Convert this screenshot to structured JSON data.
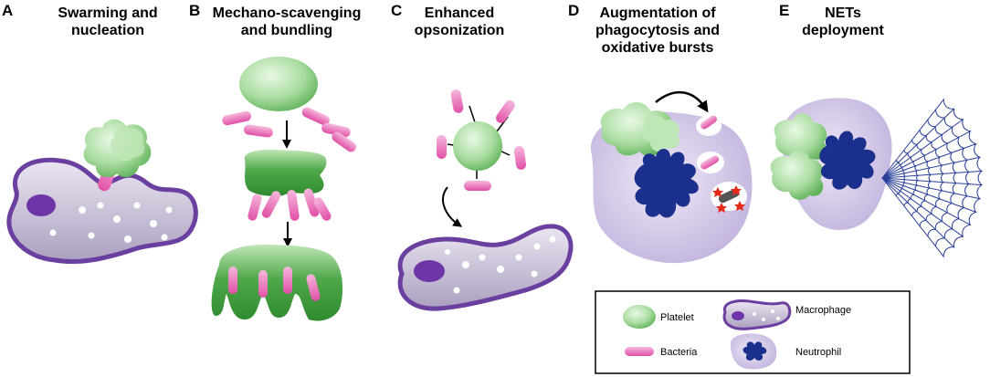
{
  "panels": [
    {
      "letter": "A",
      "title_lines": [
        "Swarming and",
        "nucleation"
      ]
    },
    {
      "letter": "B",
      "title_lines": [
        "Mechano-scavenging",
        "and bundling"
      ]
    },
    {
      "letter": "C",
      "title_lines": [
        "Enhanced",
        "opsonization"
      ]
    },
    {
      "letter": "D",
      "title_lines": [
        "Augmentation of",
        "phagocytosis and",
        "oxidative bursts"
      ]
    },
    {
      "letter": "E",
      "title_lines": [
        "NETs",
        "deployment"
      ]
    }
  ],
  "legend": {
    "platelet": "Platelet",
    "bacteria": "Bacteria",
    "macrophage": "Macrophage",
    "neutrophil": "Neutrophil"
  },
  "colors": {
    "platelet_light": "#c9ecc4",
    "platelet_dark": "#2f8f2f",
    "bacteria": "#e35fae",
    "bacteria_light": "#f6b8dd",
    "macrophage_fill": "#c7bfd8",
    "macrophage_edge": "#6a3fa0",
    "nucleus": "#6d35a8",
    "neutrophil_fill": "#ddd3ee",
    "neutrophil_nucleus": "#1b2f8c",
    "net": "#2a3f9a"
  }
}
